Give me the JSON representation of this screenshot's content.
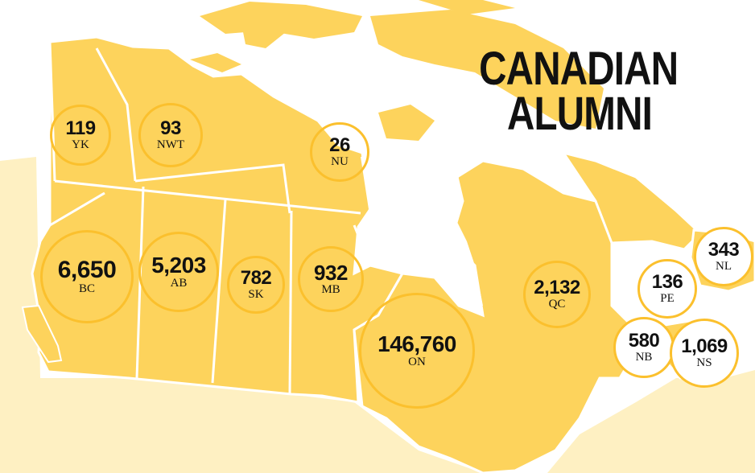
{
  "title": {
    "line1": "CANADIAN",
    "line2": "ALUMNI"
  },
  "colors": {
    "land": "#fdd35c",
    "accent": "#fbc02d",
    "usa": "#fef0c2",
    "water": "#ffffff",
    "text": "#111111"
  },
  "provinces": [
    {
      "abbr": "YK",
      "alumni": "119"
    },
    {
      "abbr": "NWT",
      "alumni": "93"
    },
    {
      "abbr": "NU",
      "alumni": "26"
    },
    {
      "abbr": "BC",
      "alumni": "6,650"
    },
    {
      "abbr": "AB",
      "alumni": "5,203"
    },
    {
      "abbr": "SK",
      "alumni": "782"
    },
    {
      "abbr": "MB",
      "alumni": "932"
    },
    {
      "abbr": "ON",
      "alumni": "146,760"
    },
    {
      "abbr": "QC",
      "alumni": "2,132"
    },
    {
      "abbr": "NL",
      "alumni": "343"
    },
    {
      "abbr": "PE",
      "alumni": "136"
    },
    {
      "abbr": "NB",
      "alumni": "580"
    },
    {
      "abbr": "NS",
      "alumni": "1,069"
    }
  ]
}
